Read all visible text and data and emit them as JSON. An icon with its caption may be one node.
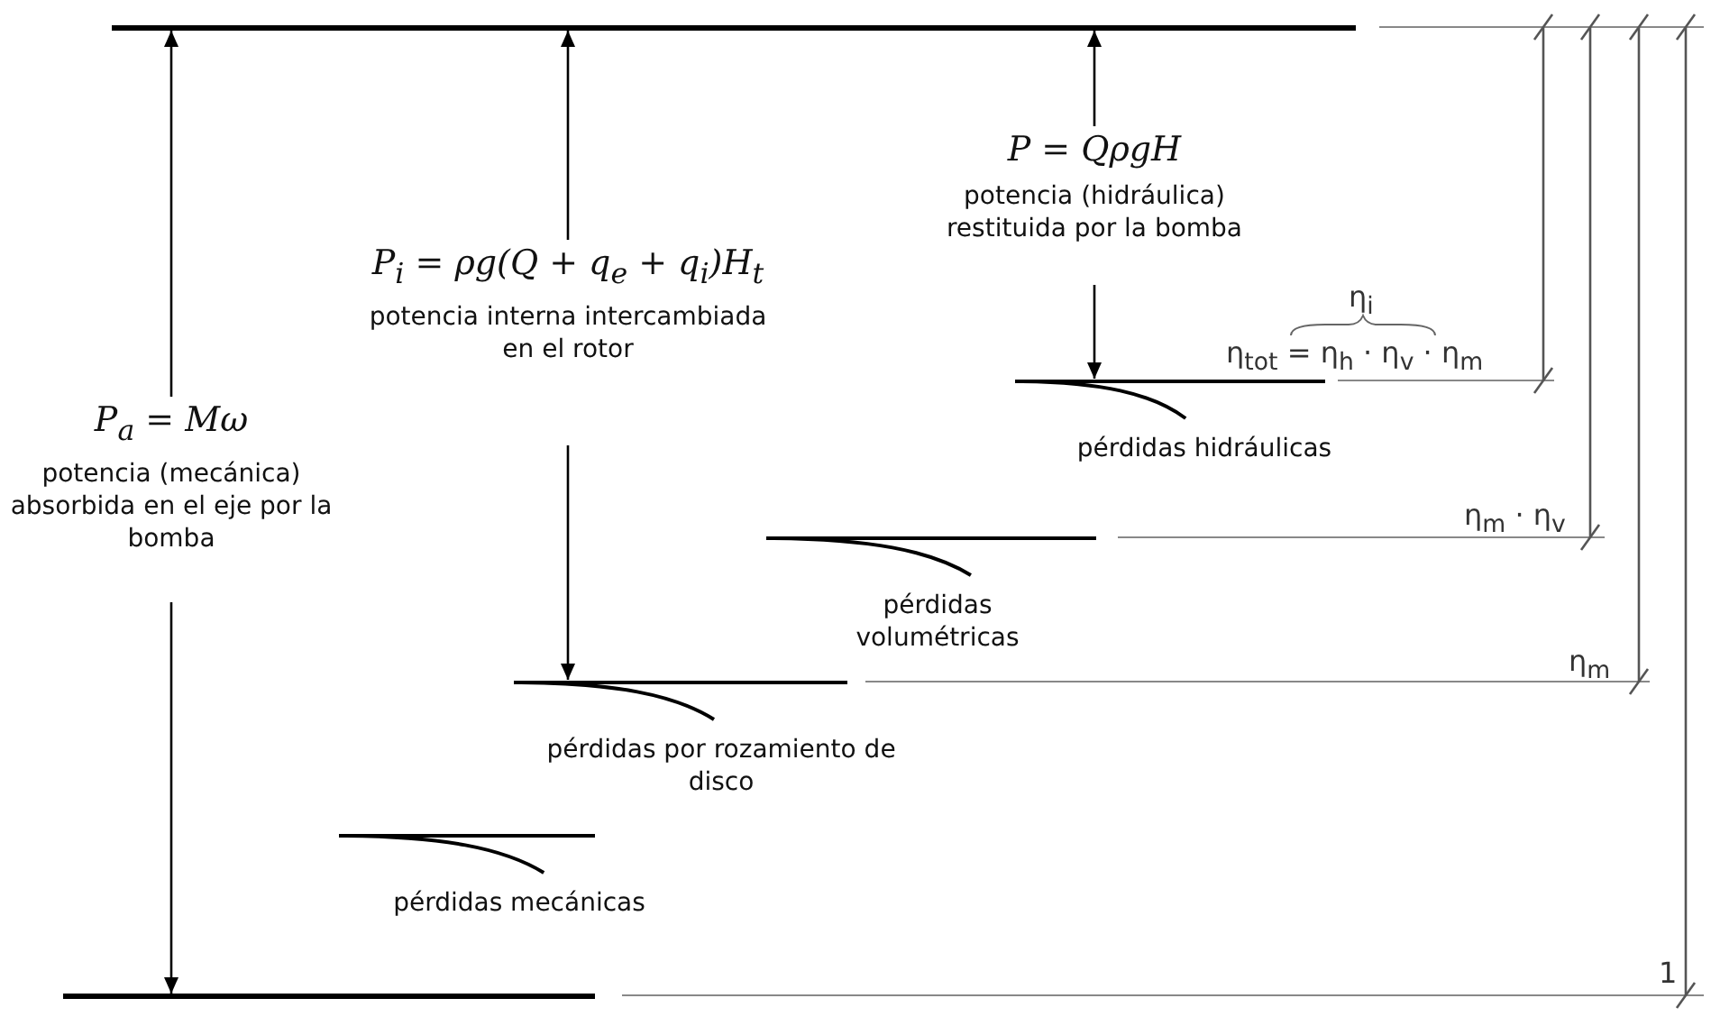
{
  "diagram": {
    "nodes": [
      {
        "text": [],
        "shape": "bar"
      },
      {
        "text": [
          "P$_{a}$ = Mω",
          "potencia (mecánica) absorbida en el eje por la bomba"
        ]
      },
      {
        "text": [
          "P$_{i}$ = ρg(Q + q$_{e}$ + q$_{i}$)H$_{t}$",
          "potencia interna intercambiada en el rotor"
        ]
      },
      {
        "text": [
          "P = QρgH",
          "potencia (hidráulica) restituida por la bomba"
        ]
      },
      {
        "text": [
          "pérdidas hidráulicas"
        ]
      },
      {
        "text": [
          "pérdidas volumétricas"
        ]
      },
      {
        "text": [
          "pérdidas por rozamiento de disco"
        ]
      },
      {
        "text": [
          "pérdidas mecánicas"
        ]
      },
      {
        "text": [],
        "shape": "bar"
      }
    ],
    "edges": [
      {
        "from": 1,
        "to": 0,
        "arrow": "to"
      },
      {
        "from": 1,
        "to": 8,
        "arrow": "to"
      },
      {
        "from": 2,
        "to": 0,
        "arrow": "to"
      },
      {
        "from": 2,
        "to": 6,
        "arrow": "to"
      },
      {
        "from": 3,
        "to": 0,
        "arrow": "to"
      },
      {
        "from": 3,
        "to": 4,
        "arrow": "to"
      }
    ],
    "labels": [
      "η$_{i}$",
      "η$_{tot}$ = η$_{h}$ · η$_{v}$ · η$_{m}$",
      "η$_{m}$ · η$_{v}$",
      "η$_{m}$",
      "1"
    ]
  }
}
